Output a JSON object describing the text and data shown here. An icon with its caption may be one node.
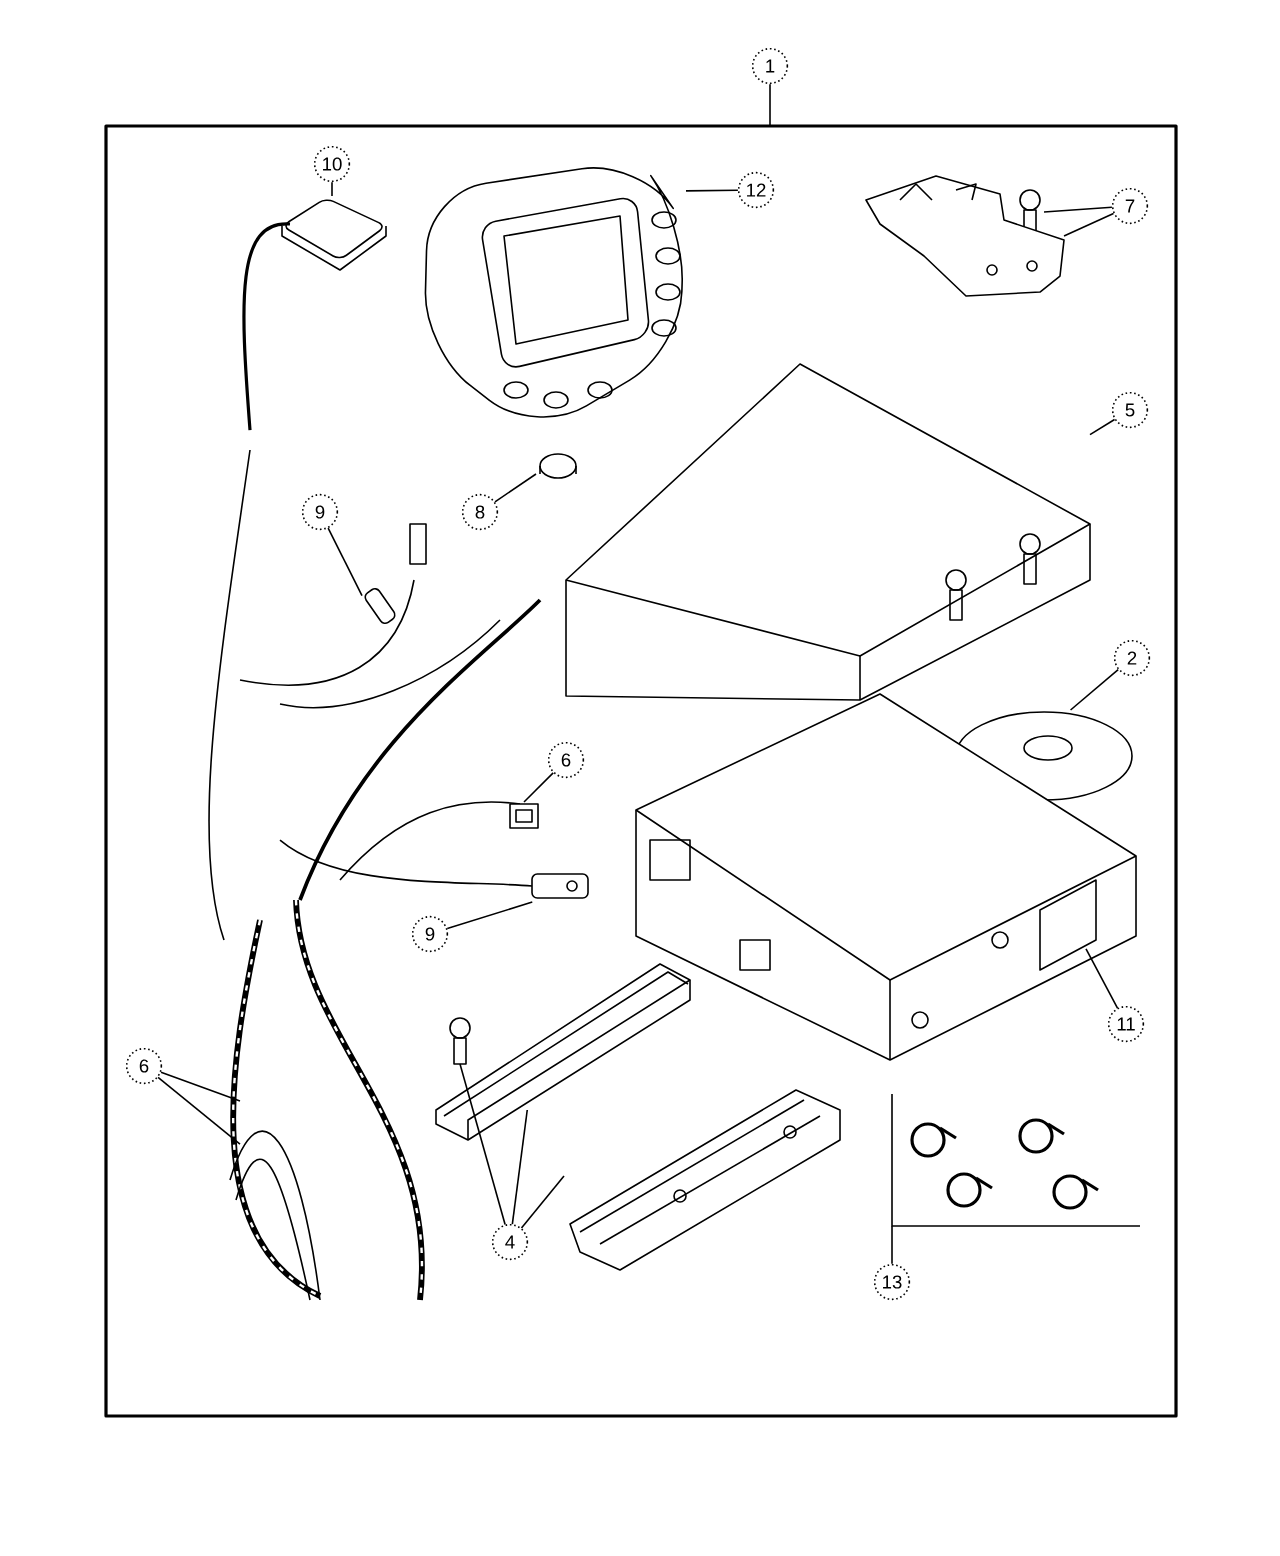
{
  "diagram": {
    "nodes": [
      {
        "text": [],
        "shape": "box"
      },
      {
        "text": [
          "1"
        ]
      },
      {
        "text": [
          "10"
        ],
        "in": 0
      },
      {
        "text": [],
        "shape": "picture",
        "in": 0
      },
      {
        "text": [],
        "shape": "picture",
        "in": 0
      },
      {
        "text": [
          "12"
        ],
        "in": 0
      },
      {
        "text": [
          "7"
        ],
        "in": 0
      },
      {
        "text": [],
        "shape": "picture",
        "in": 0
      },
      {
        "text": [],
        "shape": "picture",
        "in": 0
      },
      {
        "text": [],
        "shape": "picture",
        "in": 0
      },
      {
        "text": [
          "5"
        ],
        "in": 0
      },
      {
        "text": [
          "9"
        ],
        "in": 0
      },
      {
        "text": [
          "8"
        ],
        "in": 0
      },
      {
        "text": [],
        "shape": "picture",
        "in": 0
      },
      {
        "text": [],
        "shape": "picture",
        "in": 0
      },
      {
        "text": [
          "2"
        ],
        "in": 0
      },
      {
        "text": [],
        "shape": "picture",
        "in": 0
      },
      {
        "text": [
          "6"
        ],
        "in": 0
      },
      {
        "text": [],
        "shape": "picture",
        "in": 0
      },
      {
        "text": [],
        "shape": "picture",
        "in": 0
      },
      {
        "text": [
          "9"
        ],
        "in": 0
      },
      {
        "text": [],
        "shape": "picture",
        "in": 0
      },
      {
        "text": [
          "11"
        ],
        "in": 0
      },
      {
        "text": [],
        "shape": "picture",
        "in": 0
      },
      {
        "text": [],
        "shape": "picture",
        "in": 0
      },
      {
        "text": [
          "6"
        ],
        "in": 0
      },
      {
        "text": [],
        "shape": "picture",
        "in": 0
      },
      {
        "text": [],
        "shape": "picture",
        "in": 0
      },
      {
        "text": [
          "4"
        ],
        "in": 0
      },
      {
        "text": [],
        "shape": "picture",
        "in": 0
      },
      {
        "text": [
          "13"
        ],
        "in": 0
      }
    ],
    "edges": [
      {
        "from": 1,
        "to": 0,
        "arrow": "none"
      },
      {
        "from": 2,
        "to": 3,
        "arrow": "none"
      },
      {
        "from": 5,
        "to": 4,
        "arrow": "none"
      },
      {
        "from": 6,
        "to": 7,
        "arrow": "none"
      },
      {
        "from": 6,
        "to": 8,
        "arrow": "none"
      },
      {
        "from": 10,
        "to": 9,
        "arrow": "none"
      },
      {
        "from": 12,
        "to": 13,
        "arrow": "none"
      },
      {
        "from": 11,
        "to": 14,
        "arrow": "none"
      },
      {
        "from": 15,
        "to": 16,
        "arrow": "none"
      },
      {
        "from": 17,
        "to": 18,
        "arrow": "none"
      },
      {
        "from": 20,
        "to": 19,
        "arrow": "none"
      },
      {
        "from": 22,
        "to": 21,
        "arrow": "none"
      },
      {
        "from": 25,
        "to": 24,
        "arrow": "none"
      },
      {
        "from": 25,
        "to": 24,
        "arrow": "none"
      },
      {
        "from": 28,
        "to": 23,
        "arrow": "none"
      },
      {
        "from": 28,
        "to": 26,
        "arrow": "none"
      },
      {
        "from": 28,
        "to": 27,
        "arrow": "none"
      },
      {
        "from": 30,
        "to": 29,
        "arrow": "none"
      }
    ]
  }
}
